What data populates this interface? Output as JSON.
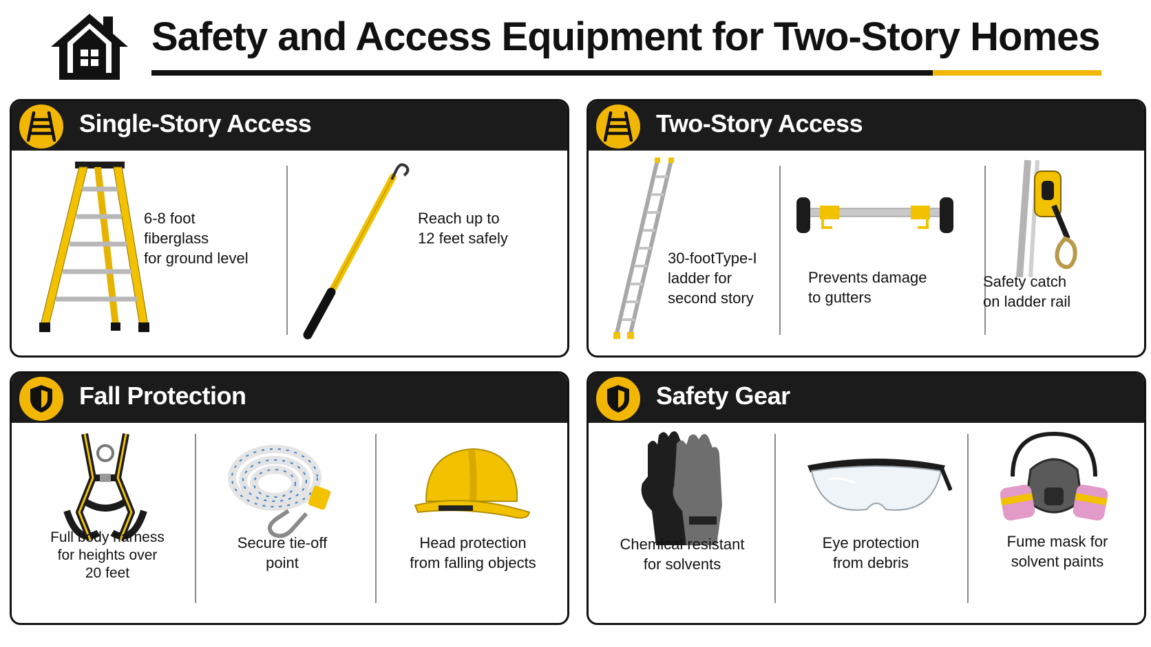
{
  "page": {
    "title": "Safety and Access Equipment for Two-Story Homes"
  },
  "colors": {
    "accent": "#f2b705",
    "bar": "#1b1b1b",
    "text": "#111111"
  },
  "icons": {
    "header": "house-icon",
    "access": "ladder-icon",
    "safety": "shield-icon"
  },
  "panels": {
    "single_story": {
      "title": "Single-Story Access",
      "items": [
        {
          "caption_lines": [
            "6-8 foot",
            "fiberglass",
            "for ground level"
          ]
        },
        {
          "caption_lines": [
            "Reach up to",
            "12 feet safely"
          ]
        }
      ]
    },
    "two_story": {
      "title": "Two-Story Access",
      "items": [
        {
          "caption_lines": [
            "30-footType-I",
            "ladder for",
            "second story"
          ]
        },
        {
          "caption_lines": [
            "Prevents damage",
            "to gutters"
          ]
        },
        {
          "caption_lines": [
            "Safety catch",
            "on ladder rail"
          ]
        }
      ]
    },
    "fall_protection": {
      "title": "Fall Protection",
      "items": [
        {
          "caption_lines": [
            "Full body harness",
            "for heights over",
            "20 feet"
          ]
        },
        {
          "caption_lines": [
            "Secure tie-off",
            "point"
          ]
        },
        {
          "caption_lines": [
            "Head protection",
            "from falling objects"
          ]
        }
      ]
    },
    "safety_gear": {
      "title": "Safety Gear",
      "items": [
        {
          "caption_lines": [
            "Chemical resistant",
            "for solvents"
          ]
        },
        {
          "caption_lines": [
            "Eye protection",
            "from debris"
          ]
        },
        {
          "caption_lines": [
            "Fume mask for",
            "solvent paints"
          ]
        }
      ]
    }
  }
}
